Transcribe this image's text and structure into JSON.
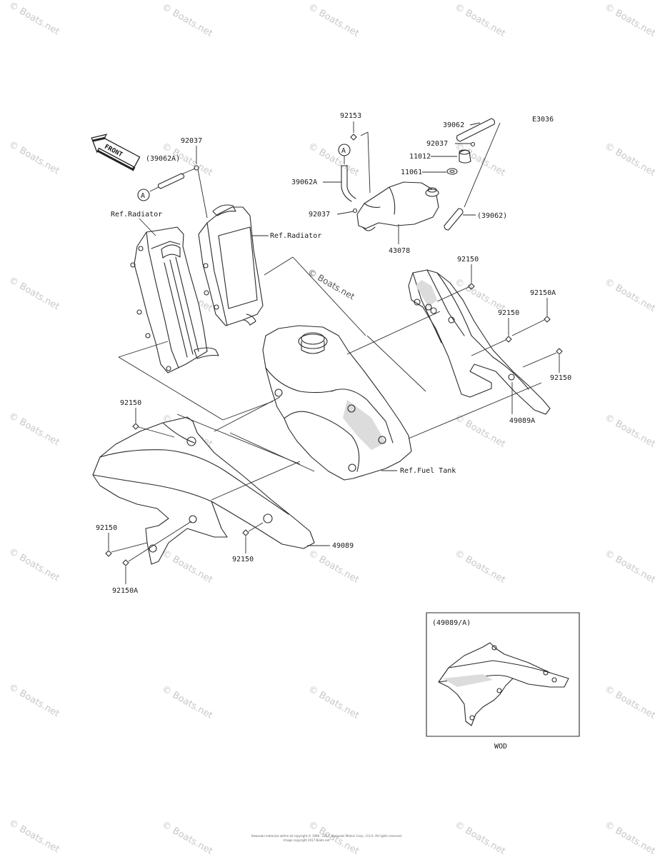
{
  "diagram_code": "E3036",
  "watermark_text": "© Boats.net",
  "front_label": "FRONT",
  "callouts": {
    "c92153": "92153",
    "c39062_top": "39062",
    "c92037_right": "92037",
    "c11012": "11012",
    "c11061": "11061",
    "c39062A_mid": "39062A",
    "c92037_mid": "92037",
    "c39062_paren": "(39062)",
    "c43078": "43078",
    "c92037_left": "92037",
    "c39062A_paren": "(39062A)",
    "ref_radiator_left": "Ref.Radiator",
    "ref_radiator_right": "Ref.Radiator",
    "c92150_r1": "92150",
    "c92150A_r": "92150A",
    "c92150_r2": "92150",
    "c92150_r3": "92150",
    "c49089A": "49089A",
    "c92150_l1": "92150",
    "ref_fuel_tank": "Ref.Fuel Tank",
    "c49089": "49089",
    "c92150_l2": "92150",
    "c92150_l3": "92150",
    "c92150A_l": "92150A",
    "circle_A1": "A",
    "circle_A2": "A"
  },
  "inset": {
    "title": "(49089/A)",
    "caption": "WOD"
  },
  "footer": {
    "line1": "Kawasaki materials within all copyright © 1998 - 2017, Kawasaki Motors Corp., U.S.A. All rights reserved.",
    "line2": "Image copyright 2017 Boats.net"
  }
}
